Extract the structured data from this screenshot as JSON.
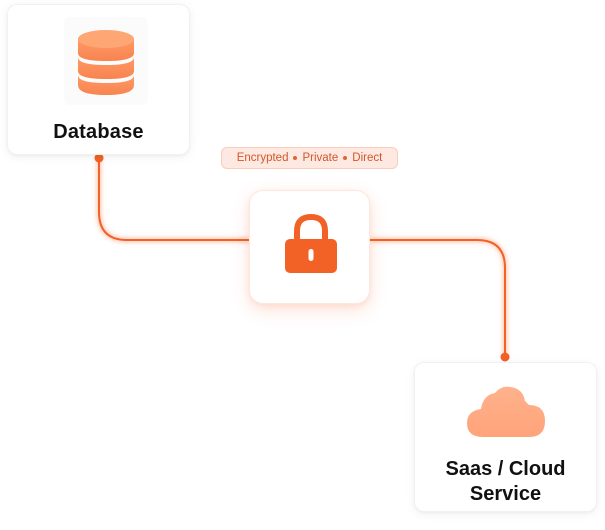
{
  "diagram": {
    "source": {
      "label": "Database",
      "icon": "database-icon"
    },
    "gateway": {
      "icon": "lock-icon",
      "badge": {
        "items": [
          "Encrypted",
          "Private",
          "Direct"
        ]
      }
    },
    "destination": {
      "label_line1": "Saas / Cloud",
      "label_line2": "Service",
      "icon": "cloud-icon"
    }
  },
  "colors": {
    "accent": "#f26126",
    "accent_light": "#ff9a6a",
    "badge_bg": "#fde9e1",
    "badge_text": "#d2572a",
    "text": "#111111"
  }
}
